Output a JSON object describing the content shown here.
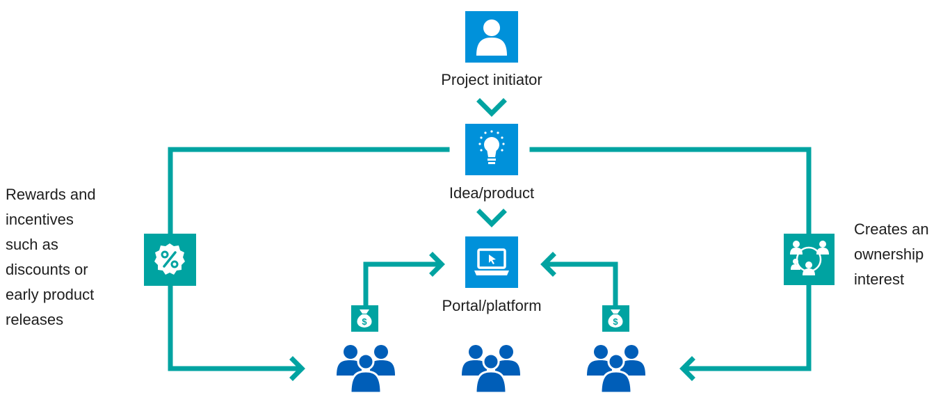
{
  "colors": {
    "blue": "#0091DA",
    "teal": "#00A3A1",
    "navy": "#005EB8",
    "white": "#FFFFFF",
    "text": "#1E1E1E"
  },
  "nodes": {
    "initiator": {
      "label": "Project initiator",
      "icon": "user-icon"
    },
    "idea": {
      "label": "Idea/product",
      "icon": "lightbulb-icon"
    },
    "portal": {
      "label": "Portal/platform",
      "icon": "laptop-icon"
    }
  },
  "left_note": {
    "lines": [
      "Rewards and",
      "incentives",
      "such as",
      "discounts or",
      "early product",
      "releases"
    ],
    "icon": "percent-badge-icon"
  },
  "right_note": {
    "lines": [
      "Creates an",
      "ownership",
      "interest"
    ],
    "icon": "ownership-network-icon"
  },
  "funding_icons": [
    "money-bag-icon",
    "money-bag-icon"
  ],
  "crowd_groups": [
    "people-group-icon",
    "people-group-icon",
    "people-group-icon"
  ]
}
